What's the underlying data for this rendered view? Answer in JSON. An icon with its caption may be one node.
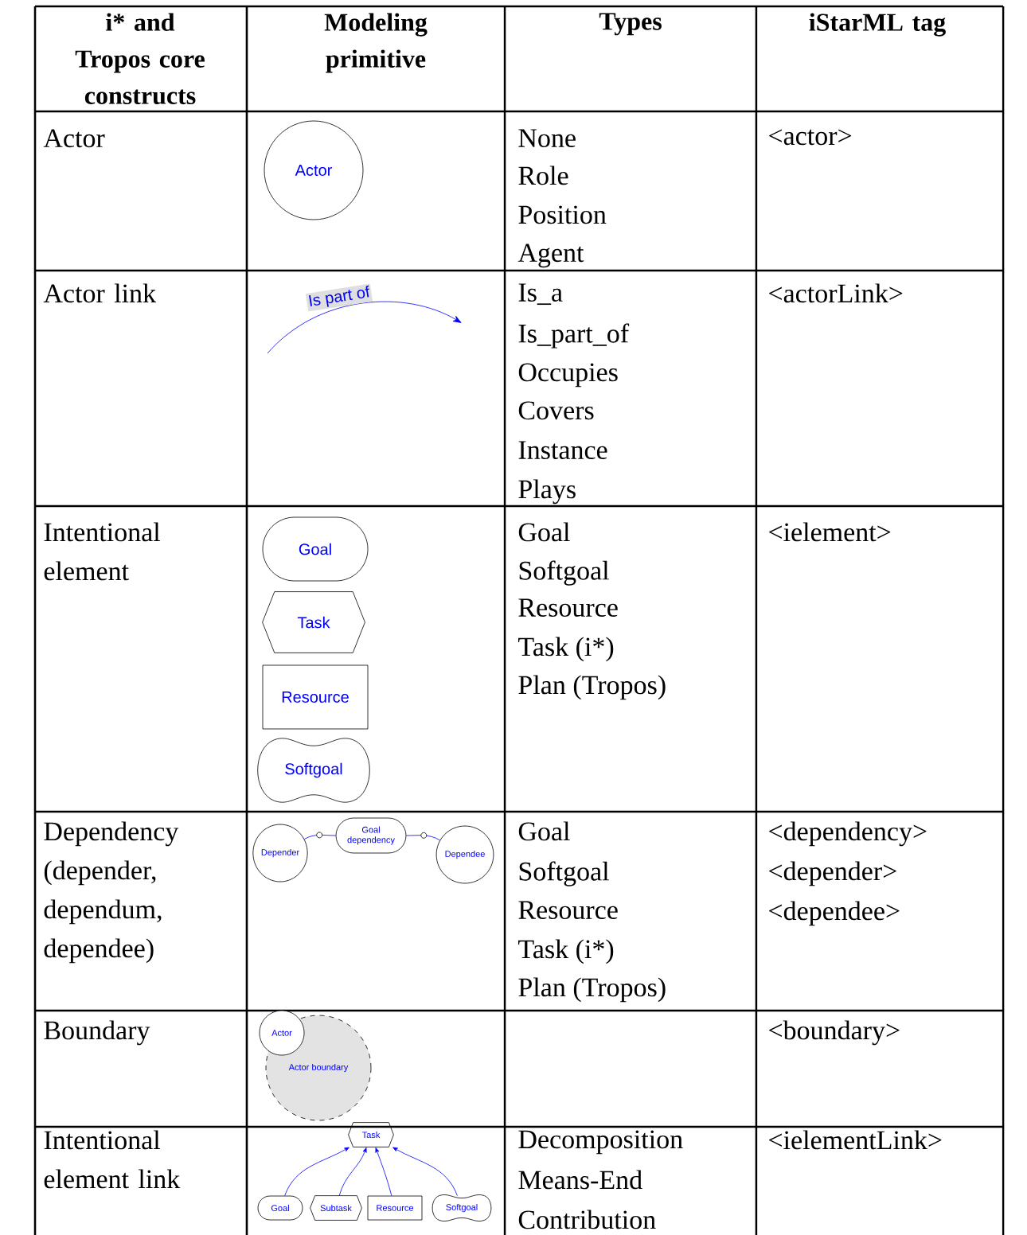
{
  "diagram": {
    "nodes": [
      {
        "text": [
          "Actor"
        ]
      },
      {
        "text": [
          "Goal"
        ]
      },
      {
        "text": [
          "Task"
        ]
      },
      {
        "text": [
          "Resource"
        ]
      },
      {
        "text": [
          "Softgoal"
        ]
      },
      {
        "text": [
          "Depender"
        ]
      },
      {
        "text": [
          "Goal dependency"
        ]
      },
      {
        "text": [
          "Dependee"
        ]
      },
      {
        "text": [
          "Actor"
        ]
      },
      {
        "text": [
          "Actor boundary"
        ]
      },
      {
        "text": [
          "Task"
        ]
      },
      {
        "text": [
          "Goal"
        ]
      },
      {
        "text": [
          "Subtask"
        ]
      },
      {
        "text": [
          "Resource"
        ]
      },
      {
        "text": [
          "Softgoal"
        ]
      }
    ],
    "edges": [
      {
        "from": 5,
        "to": 6,
        "arrow": "none"
      },
      {
        "from": 6,
        "to": 7,
        "arrow": "none"
      },
      {
        "from": 11,
        "to": 10,
        "arrow": "to"
      },
      {
        "from": 12,
        "to": 10,
        "arrow": "to"
      },
      {
        "from": 13,
        "to": 10,
        "arrow": "to"
      },
      {
        "from": 14,
        "to": 10,
        "arrow": "to"
      }
    ],
    "labels": [
      "i* and Tropos core constructs",
      "Modeling primitive",
      "Types",
      "iStarML tag",
      "Actor",
      "None",
      "Role",
      "Position",
      "Agent",
      "<actor>",
      "Actor link",
      "Is part of",
      "Is_a",
      "Is_part_of",
      "Occupies",
      "Covers",
      "Instance",
      "Plays",
      "<actorLink>",
      "Intentional element",
      "Goal",
      "Softgoal",
      "Resource",
      "Task (i*)",
      "Plan (Tropos)",
      "<ielement>",
      "Dependency (depender, dependum, dependee)",
      "Goal",
      "Softgoal",
      "Resource",
      "Task (i*)",
      "Plan (Tropos)",
      "<dependency>",
      "<depender>",
      "<dependee>",
      "Boundary",
      "<boundary>",
      "Intentional element link",
      "Decomposition",
      "Means-End",
      "Contribution",
      "<ielementLink>"
    ]
  }
}
